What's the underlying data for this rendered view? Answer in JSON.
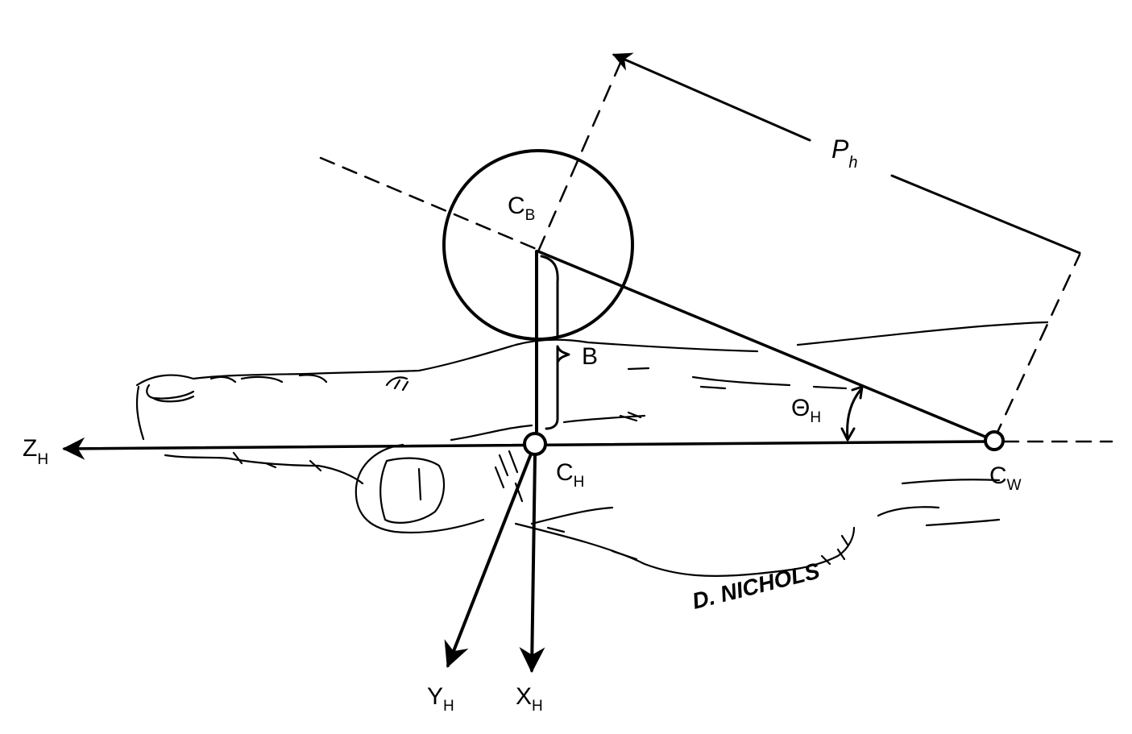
{
  "labels": {
    "cb": {
      "main": "C",
      "sub": "B"
    },
    "ch": {
      "main": "C",
      "sub": "H"
    },
    "cw": {
      "main": "C",
      "sub": "W"
    },
    "ph": {
      "main": "P",
      "sub": "h"
    },
    "b": "B",
    "theta": {
      "main": "Θ",
      "sub": "H"
    },
    "zh": {
      "main": "Z",
      "sub": "H"
    },
    "yh": {
      "main": "Y",
      "sub": "H"
    },
    "xh": {
      "main": "X",
      "sub": "H"
    }
  },
  "signature": "D. NICHOLS",
  "colors": {
    "ink": "#000000",
    "background": "#ffffff"
  }
}
